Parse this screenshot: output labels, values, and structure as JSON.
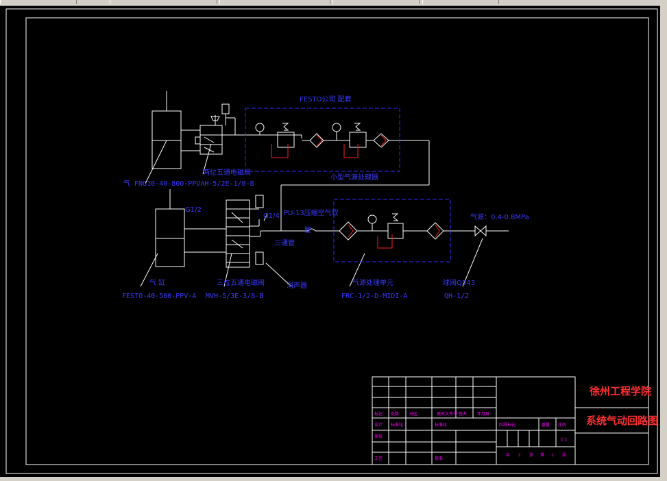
{
  "labels": {
    "festo_title": "FESTO公司 配套",
    "cyl1": "气 FNG10-40-800-PPVAH-5/2E-1/8-B",
    "valve1": "两位五通电磁阀",
    "frl1": "小型气源处理器",
    "g12": "G1/2",
    "g14": "G1/4",
    "pu13": "PU-13压缩空气软",
    "pu13b": "管",
    "tee": "三通管",
    "source": "气源：0.4-0.8MPa",
    "cyl2_a": "气  缸",
    "cyl2_b": "FESTO-40-500-PPV-A",
    "valve2_a": "三位五通电磁阀",
    "valve2_b": "MVH-5/3E-3/8-B",
    "muffler": "消声器",
    "frl2_a": "气源处理单元",
    "frl2_b": "FRC-1/2-D-MIDI-A",
    "ballvalve_a": "球阀Q543",
    "ballvalve_b": "QH-1/2"
  },
  "title_block": {
    "school": "徐州工程学院",
    "drawing": "系统气动回路图",
    "row_labels": [
      "标记",
      "处数",
      "分区",
      "更改文件号",
      "签名",
      "年月日"
    ],
    "left_labels": [
      "设计",
      "标准化",
      "审核",
      "工艺",
      "批准"
    ],
    "small_right": [
      "阶段标记",
      "重量",
      "比例"
    ],
    "sheets": [
      "共",
      "1",
      "张",
      "第",
      "1",
      "张"
    ],
    "scale": "1:1"
  },
  "colors": {
    "line": "#ffffff",
    "text": "#3a3aff",
    "dashed": "#2e2eff",
    "accent": "#ff2020",
    "table_text": "#ff00ff"
  }
}
